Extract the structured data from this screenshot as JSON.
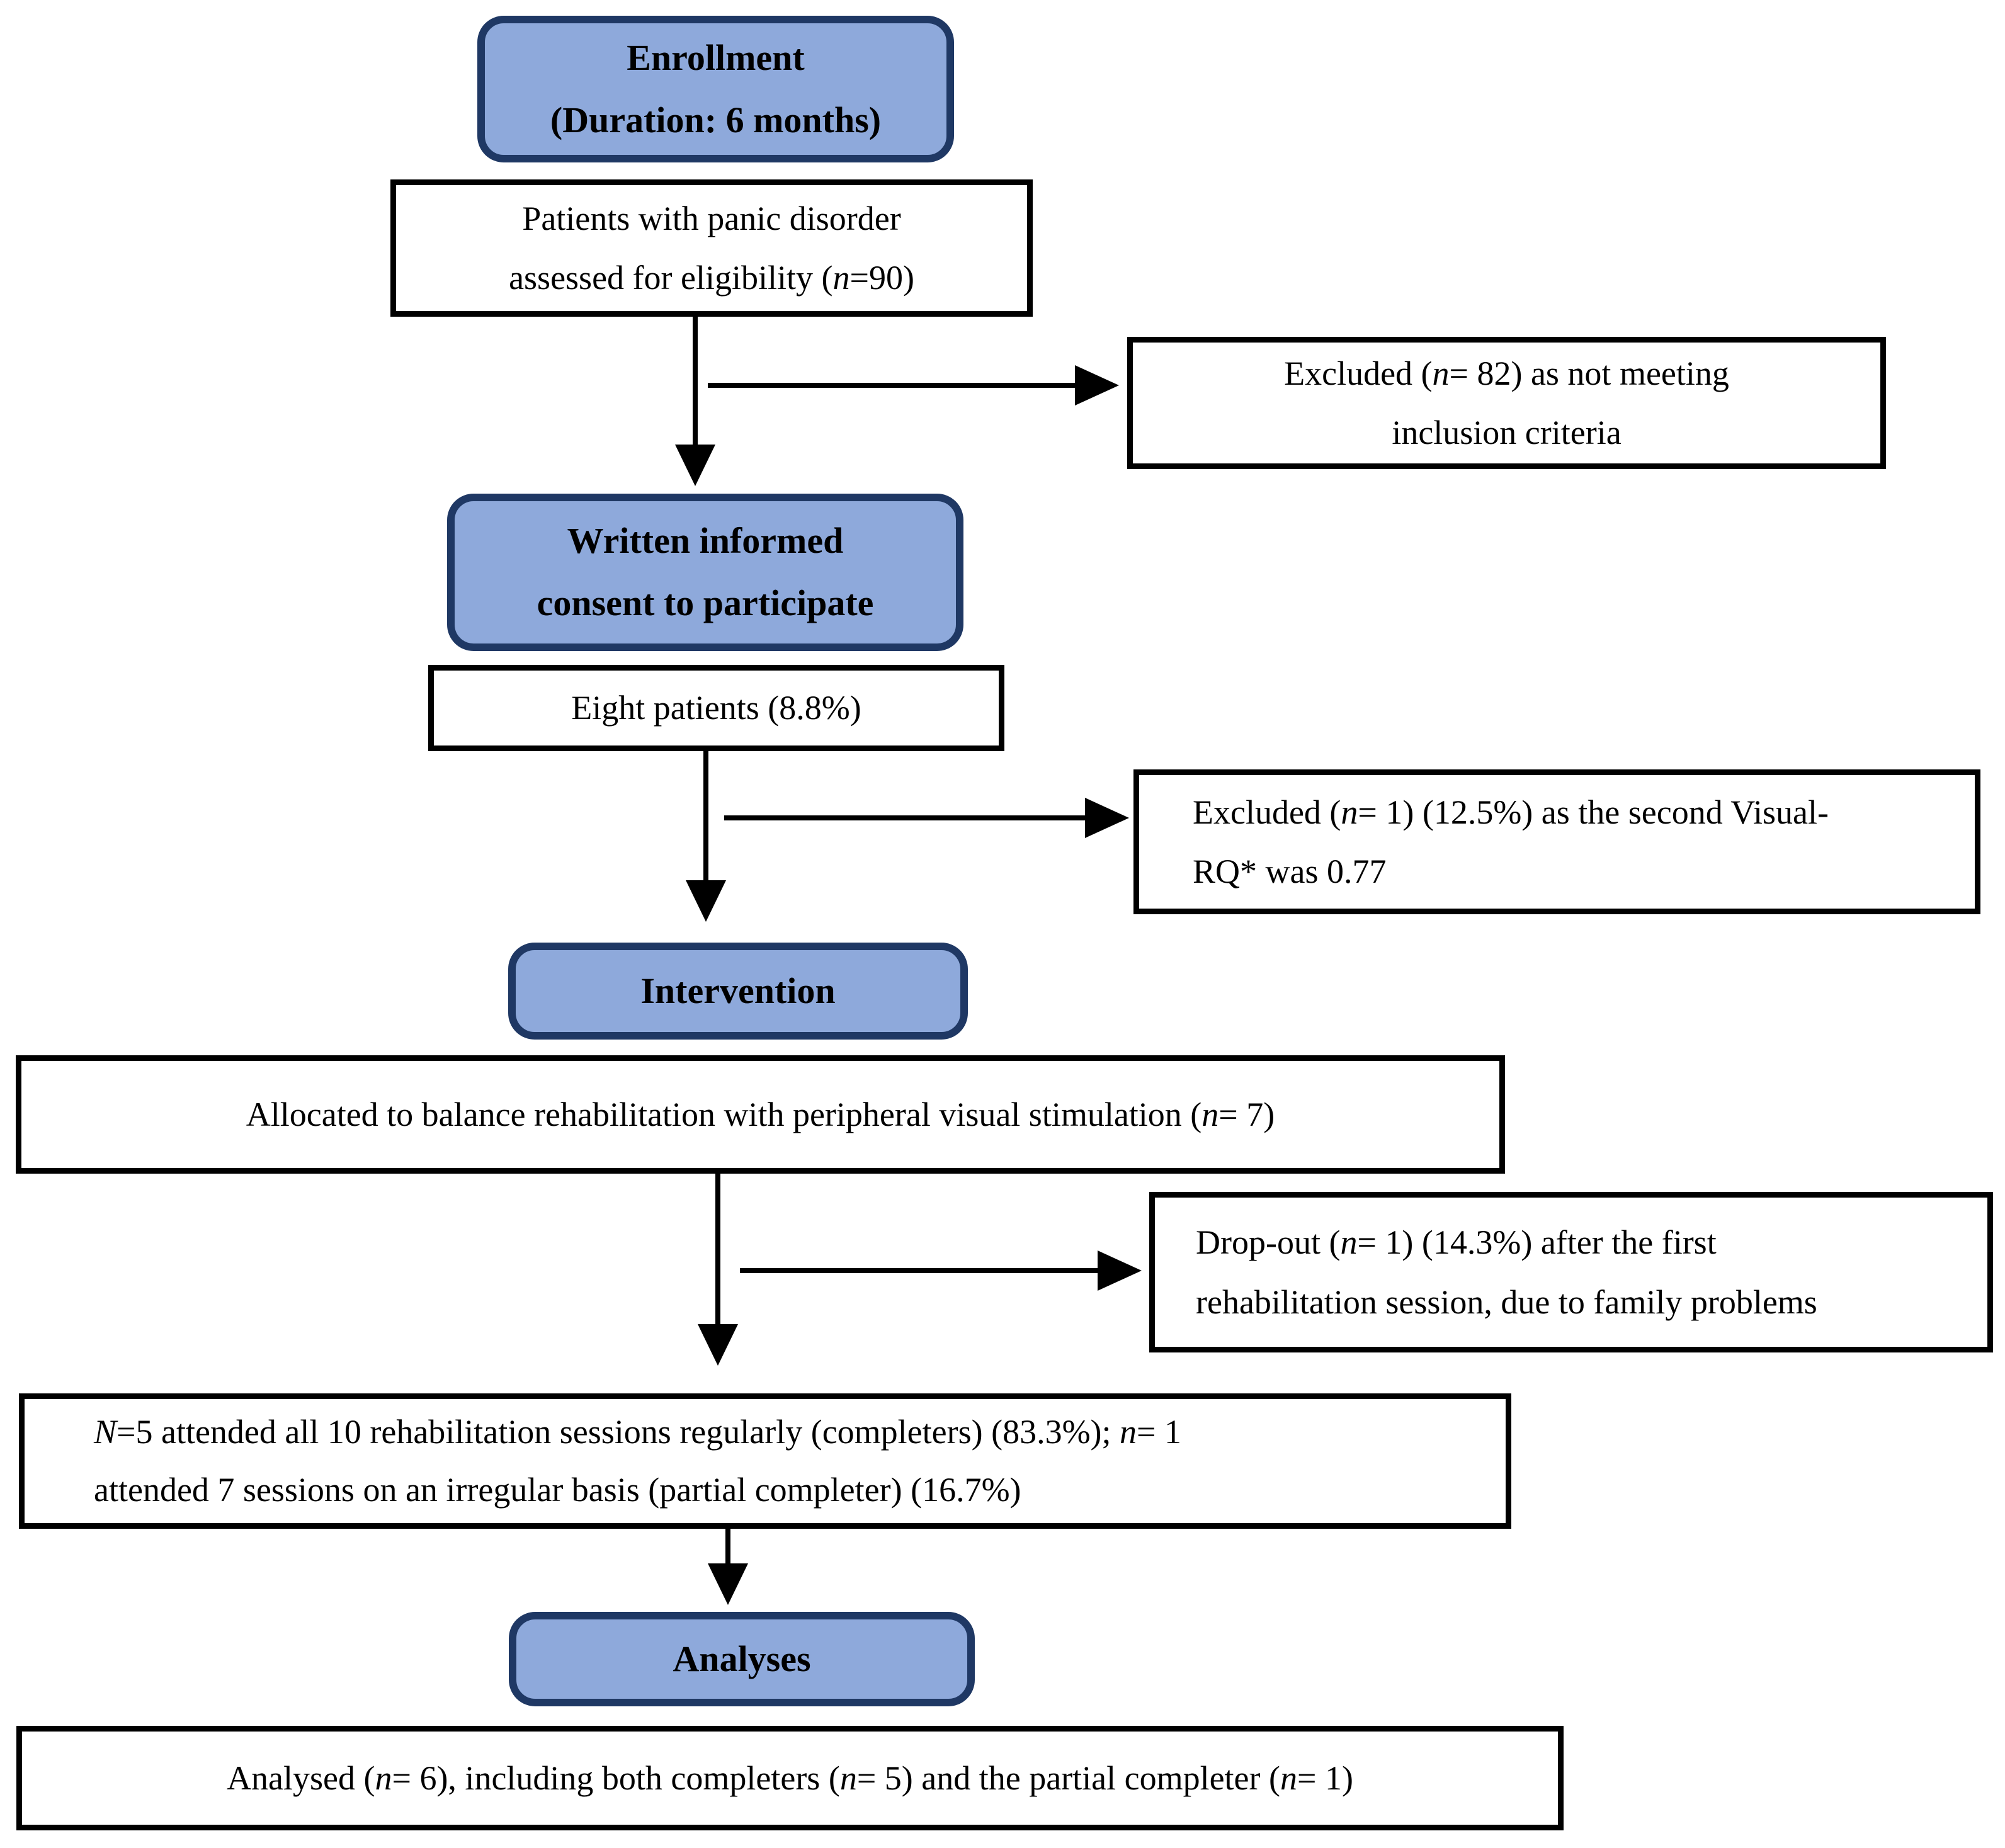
{
  "colors": {
    "stage-fill": "#8EA9DB",
    "stage-border": "#1F3864",
    "box-border": "#000000",
    "arrow": "#000000",
    "text": "#000000",
    "background": "#FFFFFF"
  },
  "boxes": {
    "enrollment": {
      "segments": [
        {
          "t": "Enrollment"
        },
        {
          "br": true
        },
        {
          "t": "(Duration: 6 months)"
        }
      ]
    },
    "patients": {
      "segments": [
        {
          "t": "Patients with panic disorder"
        },
        {
          "br": true
        },
        {
          "t": "assessed for eligibility ("
        },
        {
          "t": "n",
          "i": true
        },
        {
          "t": "=90)"
        }
      ]
    },
    "excluded_not_meeting": {
      "segments": [
        {
          "t": "Excluded ("
        },
        {
          "t": "n",
          "i": true
        },
        {
          "t": "= 82) as not meeting"
        },
        {
          "br": true
        },
        {
          "t": "inclusion criteria"
        }
      ]
    },
    "consent": {
      "segments": [
        {
          "t": "Written informed"
        },
        {
          "br": true
        },
        {
          "t": "consent to participate"
        }
      ]
    },
    "eight_patients": {
      "segments": [
        {
          "t": "Eight patients (8.8%)"
        }
      ]
    },
    "excluded_visual_rq": {
      "segments": [
        {
          "t": "Excluded ("
        },
        {
          "t": "n",
          "i": true
        },
        {
          "t": "= 1) (12.5%) as the second Visual-"
        },
        {
          "br": true
        },
        {
          "t": "RQ* was 0.77"
        }
      ]
    },
    "intervention": {
      "segments": [
        {
          "t": "Intervention"
        }
      ]
    },
    "allocated": {
      "segments": [
        {
          "t": "Allocated to balance rehabilitation with peripheral visual stimulation ("
        },
        {
          "t": "n",
          "i": true
        },
        {
          "t": "= 7)"
        }
      ]
    },
    "dropout": {
      "segments": [
        {
          "t": "Drop-out ("
        },
        {
          "t": "n",
          "i": true
        },
        {
          "t": "= 1) (14.3%) after the first"
        },
        {
          "br": true
        },
        {
          "t": "rehabilitation session, due to family problems"
        }
      ]
    },
    "attendance": {
      "segments": [
        {
          "t": "N",
          "i": true
        },
        {
          "t": "=5 attended all 10 rehabilitation sessions regularly (completers) (83.3%); "
        },
        {
          "t": "n",
          "i": true
        },
        {
          "t": "= 1"
        },
        {
          "br": true
        },
        {
          "t": "attended 7 sessions on an irregular basis (partial completer) (16.7%)"
        }
      ]
    },
    "analyses": {
      "segments": [
        {
          "t": "Analyses"
        }
      ]
    },
    "analysed": {
      "segments": [
        {
          "t": "Analysed ("
        },
        {
          "t": "n",
          "i": true
        },
        {
          "t": "= 6), including both completers ("
        },
        {
          "t": "n",
          "i": true
        },
        {
          "t": "= 5) and the partial completer ("
        },
        {
          "t": "n",
          "i": true
        },
        {
          "t": "= 1)"
        }
      ]
    }
  }
}
